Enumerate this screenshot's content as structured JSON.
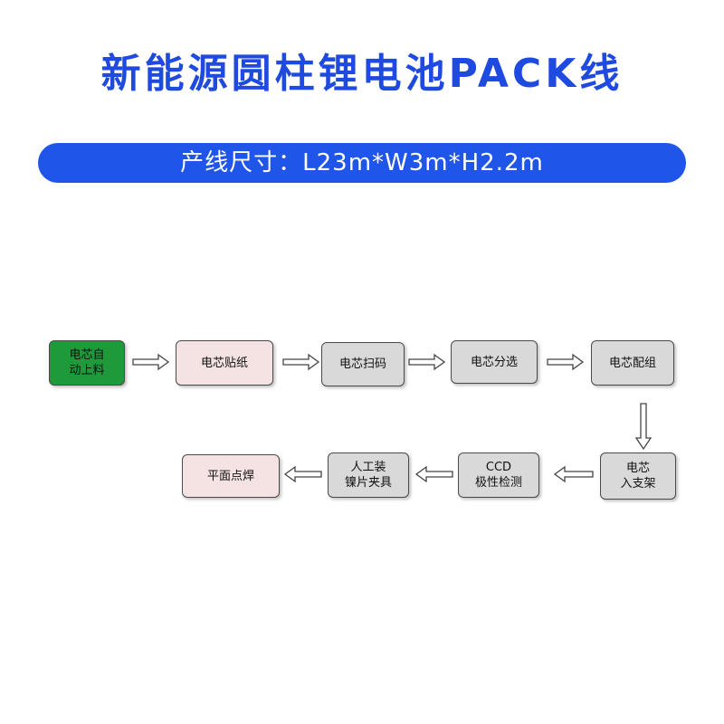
{
  "title": "新能源圆柱锂电池PACK线",
  "banner": "产线尺寸：L23m*W3m*H2.2m",
  "colors": {
    "title": "#1f4ae0",
    "banner_bg": "#1f55e8",
    "green": "#1f9a3a",
    "pink": "#f5e2e2",
    "gray": "#d9d9d9"
  },
  "steps": [
    {
      "id": "auto-load",
      "lines": [
        "电芯自",
        "动上料"
      ],
      "color": "green"
    },
    {
      "id": "labeling",
      "lines": [
        "电芯贴纸"
      ],
      "color": "pink"
    },
    {
      "id": "scanning",
      "lines": [
        "电芯扫码"
      ],
      "color": "gray"
    },
    {
      "id": "sorting",
      "lines": [
        "电芯分选"
      ],
      "color": "gray"
    },
    {
      "id": "grouping",
      "lines": [
        "电芯配组"
      ],
      "color": "gray"
    },
    {
      "id": "bracket",
      "lines": [
        "电芯",
        "入支架"
      ],
      "color": "gray"
    },
    {
      "id": "ccd-inspection",
      "lines": [
        "CCD",
        "极性检测"
      ],
      "color": "gray"
    },
    {
      "id": "nickel-fixture",
      "lines": [
        "人工装",
        "镍片夹具"
      ],
      "color": "gray"
    },
    {
      "id": "welding",
      "lines": [
        "平面点焊"
      ],
      "color": "pink"
    }
  ]
}
